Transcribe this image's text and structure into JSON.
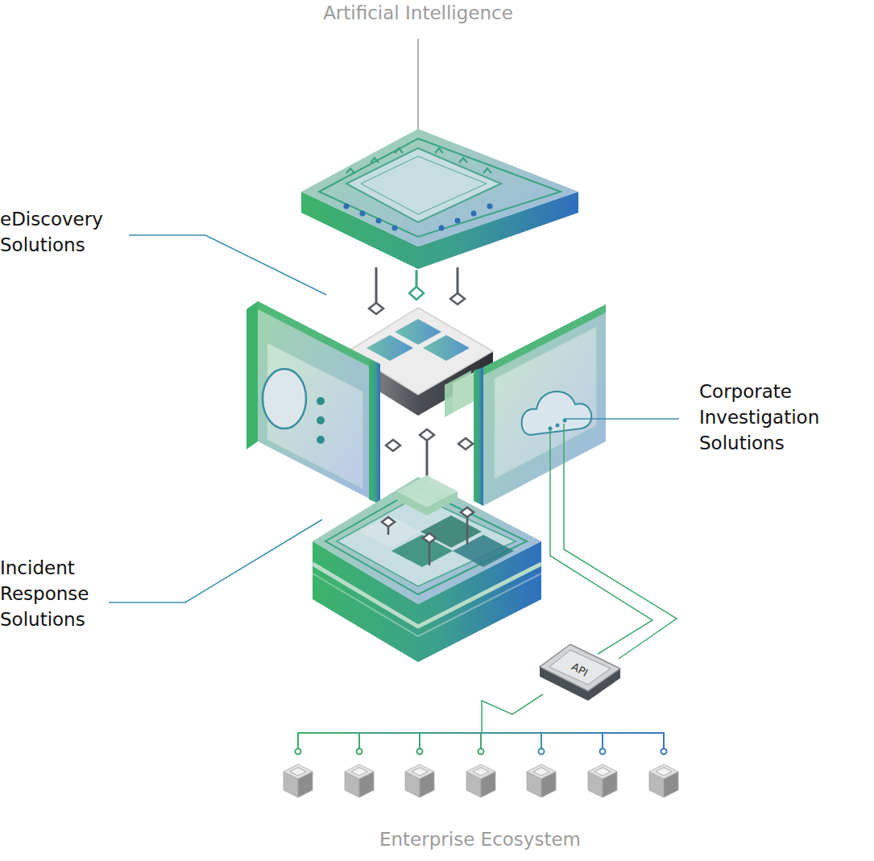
{
  "diagram": {
    "nodes": [
      {
        "text": [
          "API"
        ]
      }
    ],
    "labels": [
      "Artificial Intelligence",
      "eDiscovery Solutions",
      "Corporate Investigation Solutions",
      "Incident Response Solutions",
      "Enterprise Ecosystem"
    ]
  }
}
